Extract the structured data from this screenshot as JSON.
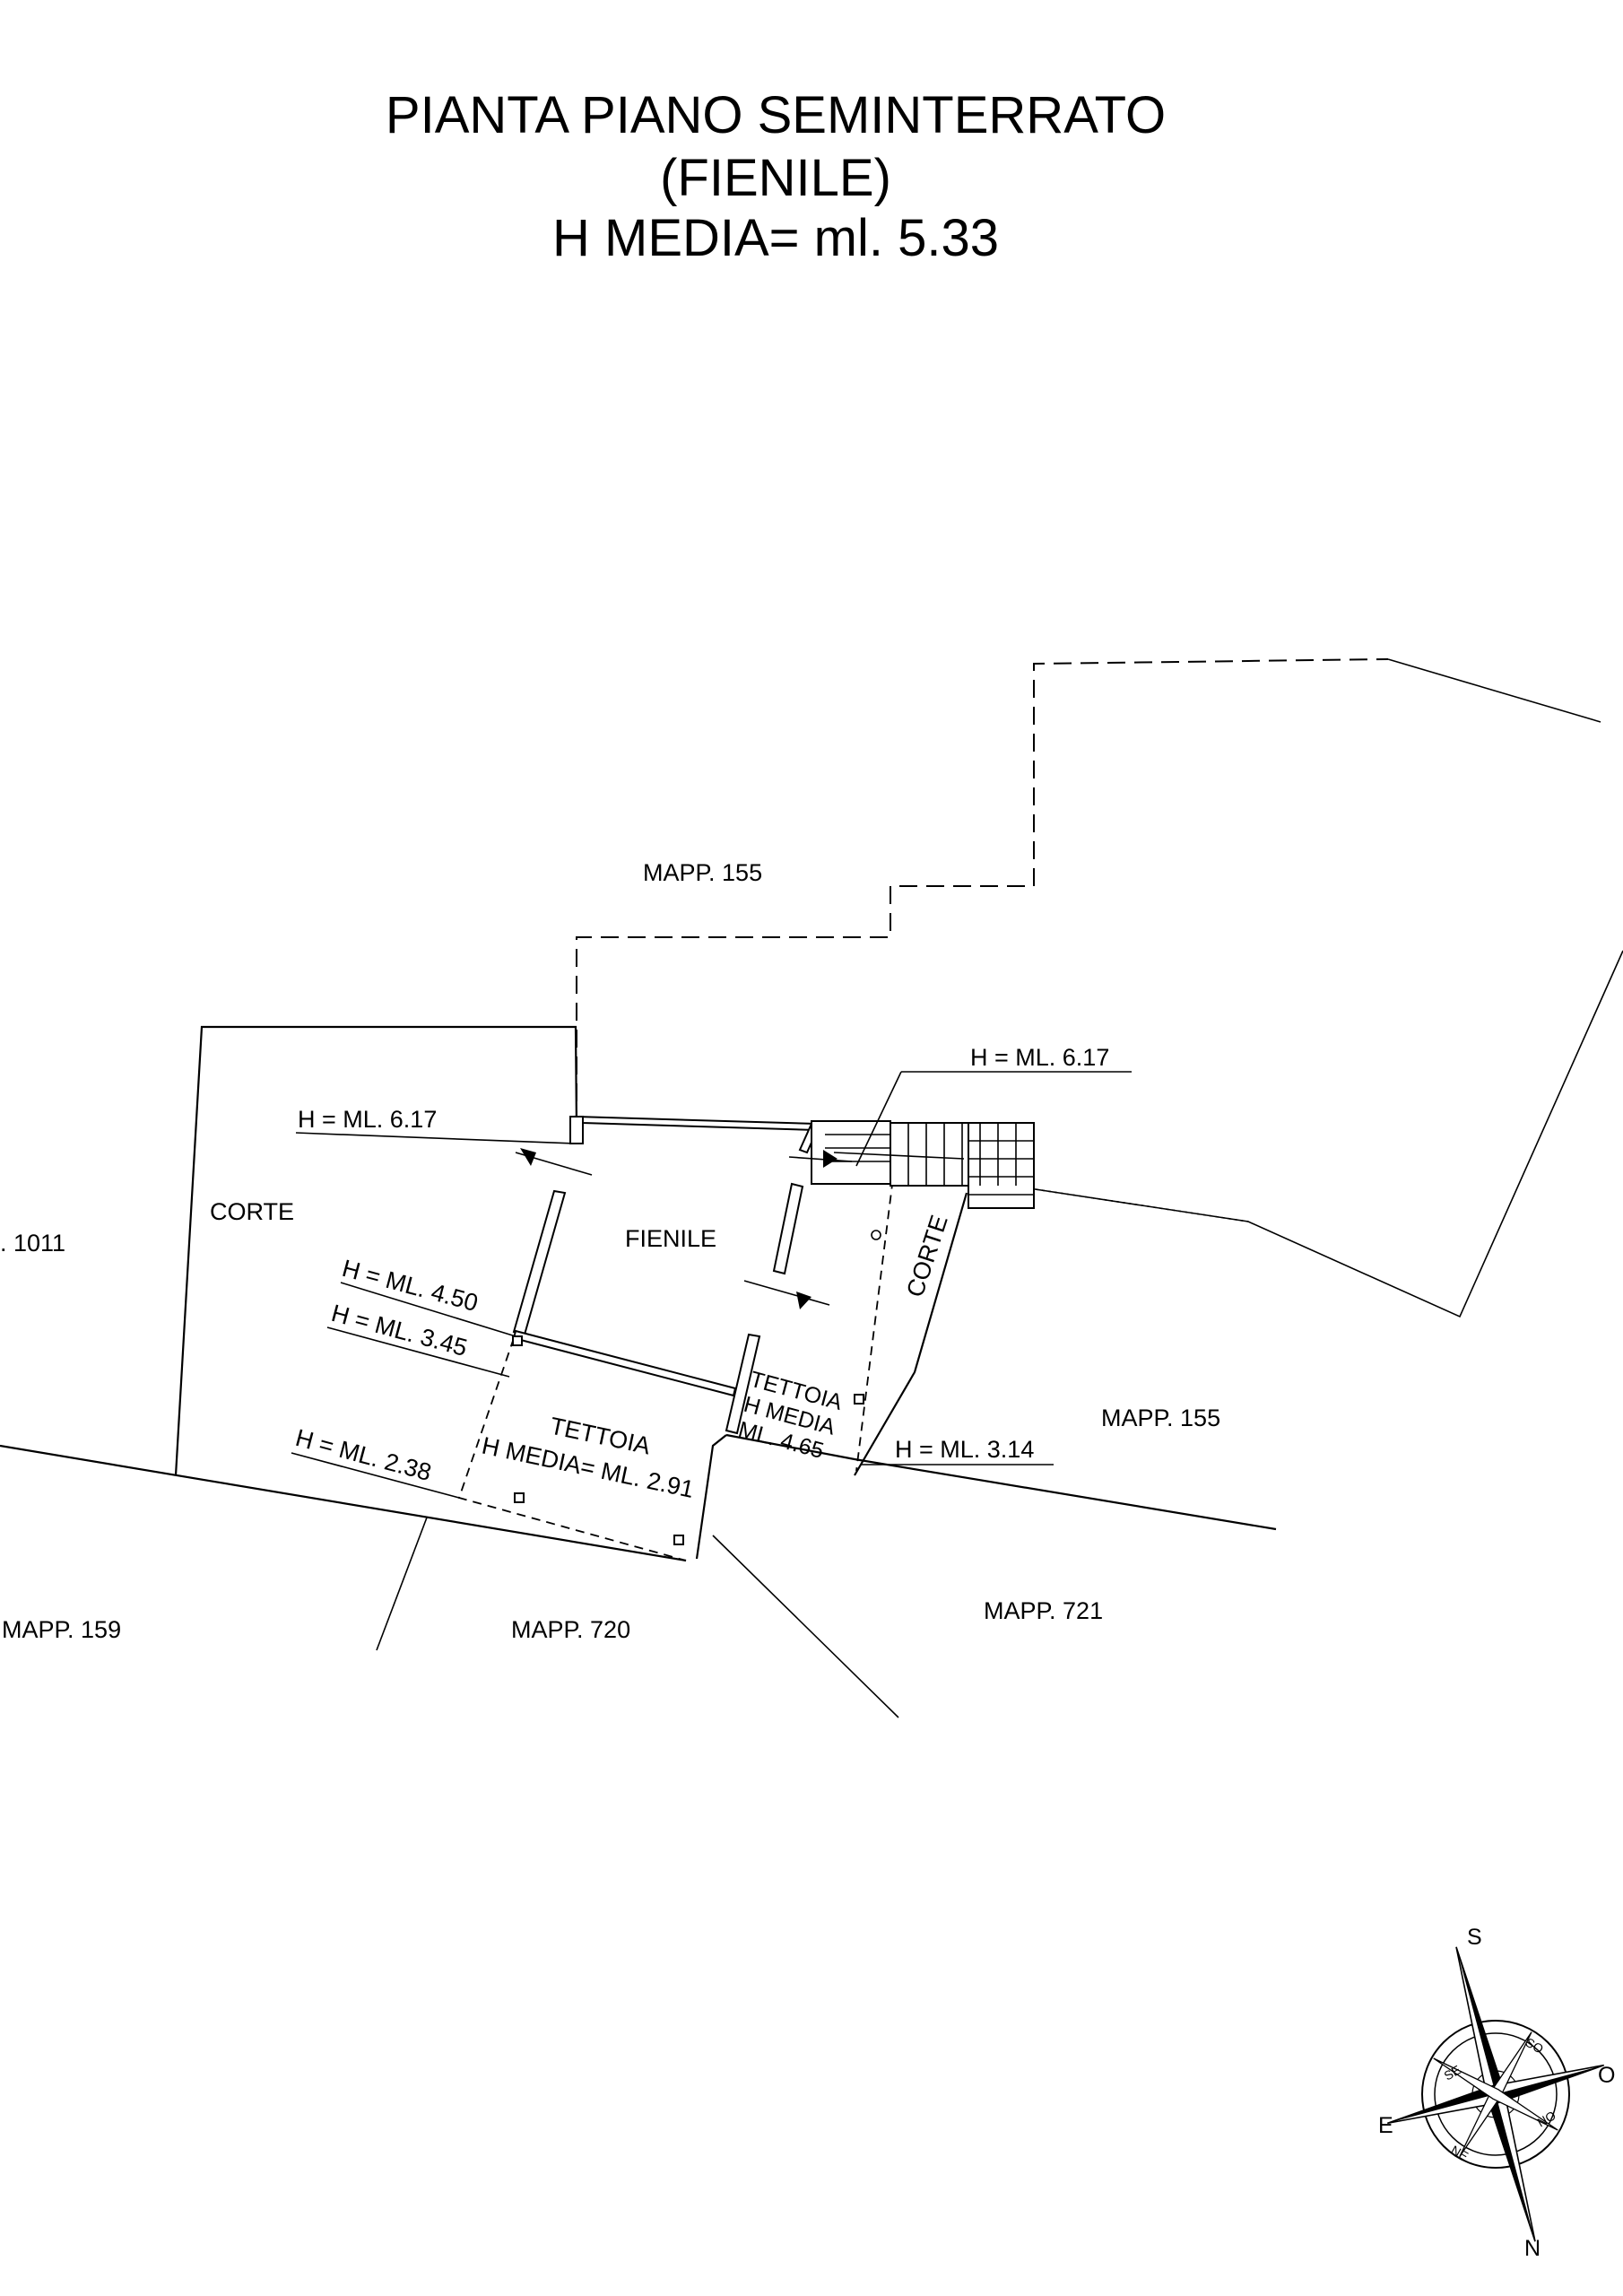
{
  "title": {
    "line1": "PIANTA PIANO SEMINTERRATO",
    "line2": "(FIENILE)",
    "line3": "H MEDIA= ml. 5.33"
  },
  "labels": {
    "mapp155_top": "MAPP. 155",
    "mapp155_right": "MAPP. 155",
    "mapp1011": ". 1011",
    "mapp159": "MAPP. 159",
    "mapp720": "MAPP. 720",
    "mapp721": "MAPP. 721",
    "corte_left": "CORTE",
    "corte_right": "CORTE",
    "fienile": "FIENILE",
    "tettoia_big_1": "TETTOIA",
    "tettoia_big_2": "H MEDIA= ML. 2.91",
    "tettoia_small_1": "TETTOIA",
    "tettoia_small_2": "H MEDIA",
    "tettoia_small_3": "ML. 4.65"
  },
  "heights": {
    "h617_right": "H = ML. 6.17",
    "h617_left": "H = ML. 6.17",
    "h450": "H = ML. 4.50",
    "h345": "H = ML. 3.45",
    "h238": "H = ML. 2.38",
    "h314": "H = ML. 3.14"
  },
  "compass": {
    "n": "N",
    "s": "S",
    "e": "E",
    "o": "O",
    "se": "SE",
    "so": "SO",
    "ne": "NE",
    "no": "NO"
  }
}
